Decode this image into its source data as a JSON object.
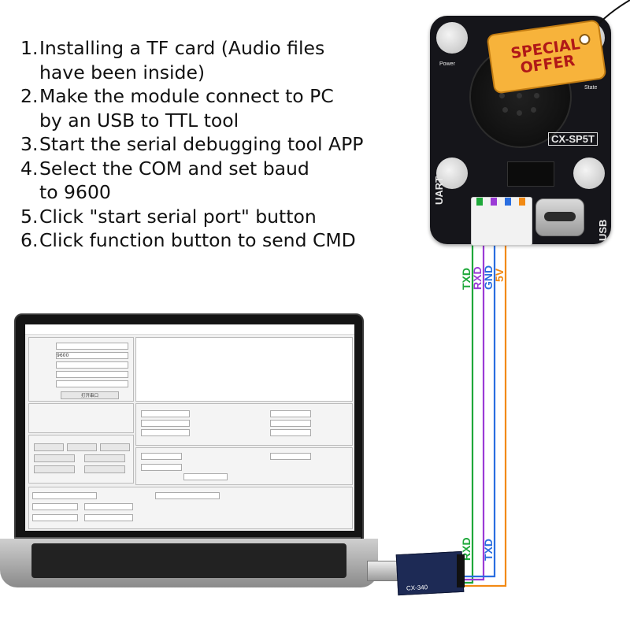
{
  "instructions": [
    {
      "num": "1.",
      "text": "Installing a TF card (Audio files\nhave been inside)"
    },
    {
      "num": "2.",
      "text": "Make the module connect to PC\nby an USB to TTL tool"
    },
    {
      "num": "3.",
      "text": "Start the serial debugging tool APP"
    },
    {
      "num": "4.",
      "text": "Select the COM and set baud\nto 9600"
    },
    {
      "num": "5.",
      "text": "Click \"start serial port\" button"
    },
    {
      "num": "6.",
      "text": "Click function button to send CMD"
    }
  ],
  "module": {
    "model": "CX-SP5T",
    "uart_label": "UART",
    "usb_label": "USB",
    "power_label": "Power",
    "state_label": "State",
    "board_color": "#15151a"
  },
  "tag": {
    "line1": "SPECIAL",
    "line2": "OFFER",
    "color": "#f7b33b",
    "text_color": "#b01818"
  },
  "wires": {
    "top_labels": [
      "TXD",
      "RXD",
      "GND",
      "5V"
    ],
    "bottom_labels": [
      "RXD",
      "TXD"
    ],
    "colors": {
      "TXD": "#1ea83a",
      "RXD": "#9b3bd6",
      "GND": "#2a6ee0",
      "5V": "#f28a14"
    }
  },
  "usb_ttl": {
    "label": "CX-340",
    "board_color": "#1d2a55"
  },
  "app": {
    "port_value": "",
    "baud_value": "9600",
    "open_port_button": "打开串口"
  }
}
